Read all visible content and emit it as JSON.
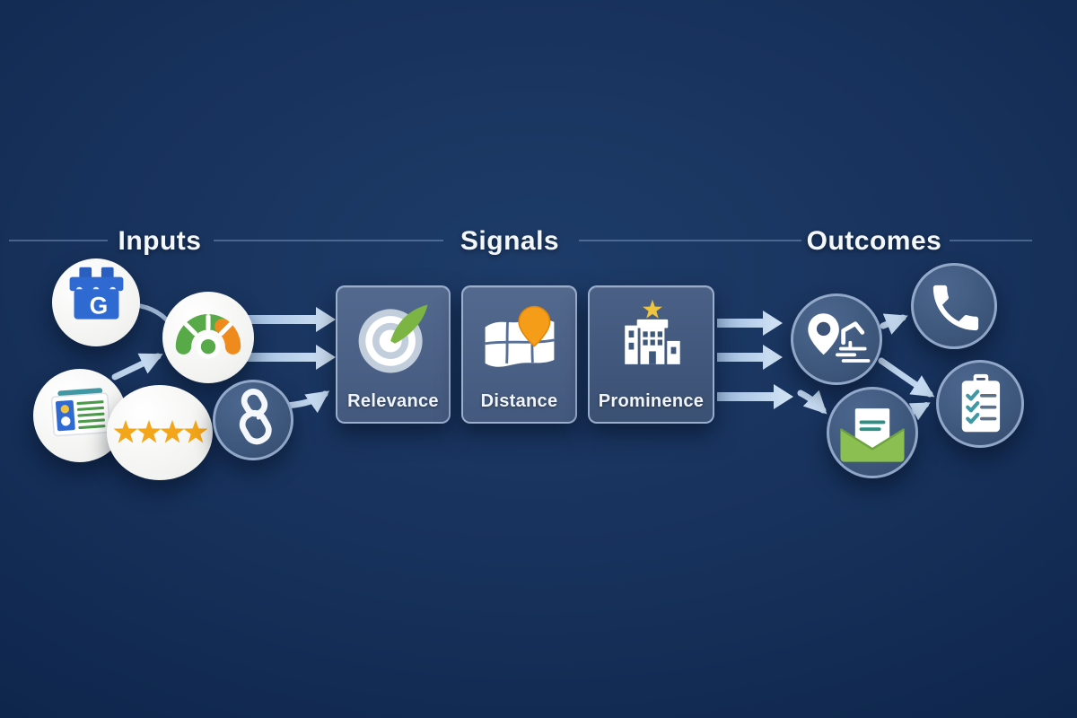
{
  "sections": {
    "inputs": {
      "label": "Inputs"
    },
    "signals": {
      "label": "Signals"
    },
    "outcomes": {
      "label": "Outcomes"
    }
  },
  "inputs": {
    "google_badge_letter": "G",
    "items": [
      {
        "icon": "google-business-profile-icon"
      },
      {
        "icon": "performance-gauge-icon"
      },
      {
        "icon": "business-listing-card-icon"
      },
      {
        "icon": "four-star-rating-icon",
        "star_count": 4
      },
      {
        "icon": "link-icon"
      }
    ]
  },
  "signals": {
    "cards": [
      {
        "label": "Relevance",
        "icon": "target-with-leaf-icon"
      },
      {
        "label": "Distance",
        "icon": "map-with-pin-icon"
      },
      {
        "label": "Prominence",
        "icon": "building-with-star-icon"
      }
    ]
  },
  "outcomes": {
    "items": [
      {
        "icon": "map-pin-ranking-icon"
      },
      {
        "icon": "phone-call-icon"
      },
      {
        "icon": "open-envelope-message-icon"
      },
      {
        "icon": "checklist-clipboard-icon"
      }
    ]
  },
  "colors": {
    "background_center": "#1e3c69",
    "background_edge": "#0d2348",
    "header_text": "#f4f7fb",
    "card_fill": "#4a6286",
    "card_border": "#a8bcda",
    "arrow_blue": "#c3d8ef",
    "gauge_green": "#57aa47",
    "gauge_orange": "#ef8b1d",
    "star_orange": "#f3a61a",
    "pin_orange": "#f59c19",
    "leaf_green": "#7cb544",
    "envelope_green": "#8cbf52",
    "check_teal": "#3f98a3",
    "google_blue": "#2e6ad1"
  }
}
